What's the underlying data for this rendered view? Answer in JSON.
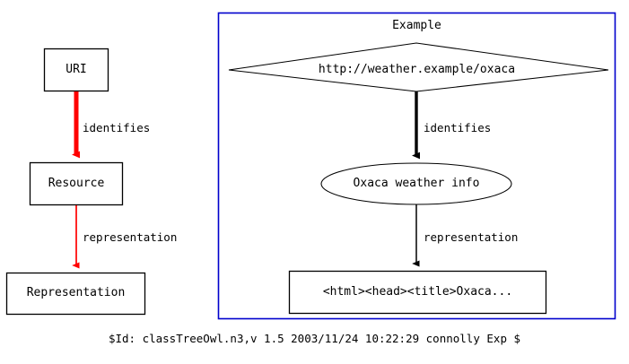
{
  "diagram": {
    "title_caption": "$Id: classTreeOwl.n3,v 1.5 2003/11/24 10:22:29 connolly Exp $",
    "colors": {
      "node_stroke": "#000000",
      "node_fill": "#ffffff",
      "abstract_edge": "#ff0000",
      "example_edge": "#000000",
      "panel_border": "#0000cc",
      "background": "#ffffff"
    },
    "abstract_side": {
      "nodes": [
        {
          "id": "uri",
          "label": "URI",
          "shape": "rect"
        },
        {
          "id": "resource",
          "label": "Resource",
          "shape": "rect"
        },
        {
          "id": "representation",
          "label": "Representation",
          "shape": "rect"
        }
      ],
      "edges": [
        {
          "from": "uri",
          "to": "resource",
          "label": "identifies",
          "color": "#ff0000",
          "weight": "thick"
        },
        {
          "from": "resource",
          "to": "representation",
          "label": "representation",
          "color": "#ff0000",
          "weight": "thin"
        }
      ]
    },
    "example_panel": {
      "title": "Example",
      "nodes": [
        {
          "id": "url",
          "label": "http://weather.example/oxaca",
          "shape": "diamond"
        },
        {
          "id": "info",
          "label": "Oxaca weather info",
          "shape": "ellipse"
        },
        {
          "id": "html",
          "label": "<html><head><title>Oxaca...",
          "shape": "rect"
        }
      ],
      "edges": [
        {
          "from": "url",
          "to": "info",
          "label": "identifies",
          "color": "#000000",
          "weight": "thick"
        },
        {
          "from": "info",
          "to": "html",
          "label": "representation",
          "color": "#000000",
          "weight": "thin"
        }
      ]
    }
  }
}
